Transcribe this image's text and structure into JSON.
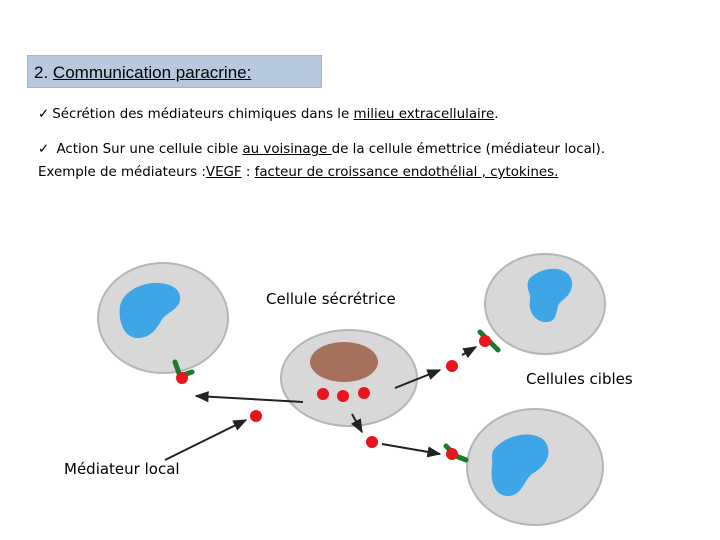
{
  "title": {
    "number": "2.",
    "text": "Communication paracrine:"
  },
  "bullets": [
    {
      "check": "✓",
      "before": "Sécrétion des médiateurs chimiques dans le ",
      "underlined": "milieu extracellulaire",
      "after": "."
    },
    {
      "check": "✓",
      "before": " Action Sur une cellule cible ",
      "underlined": "au voisinage ",
      "after": "de la cellule émettrice (médiateur local)."
    }
  ],
  "example": {
    "before": "Exemple de médiateurs :",
    "u1": "VEGF",
    "mid": " : ",
    "u2": "facteur de croissance endothélial , cytokines."
  },
  "diagram": {
    "label_secretory": "Cellule sécrétrice",
    "label_targets": "Cellules cibles",
    "label_mediator": "Médiateur local",
    "colors": {
      "cell_fill": "#d8d8d8",
      "cell_stroke": "#b8b8b8",
      "nucleus_target": "#3ea5e6",
      "nucleus_secretory": "#a5705c",
      "mediator": "#e8141e",
      "receptor": "#1b7a2c",
      "arrow": "#222222",
      "title_box": "#b8c9de"
    }
  }
}
